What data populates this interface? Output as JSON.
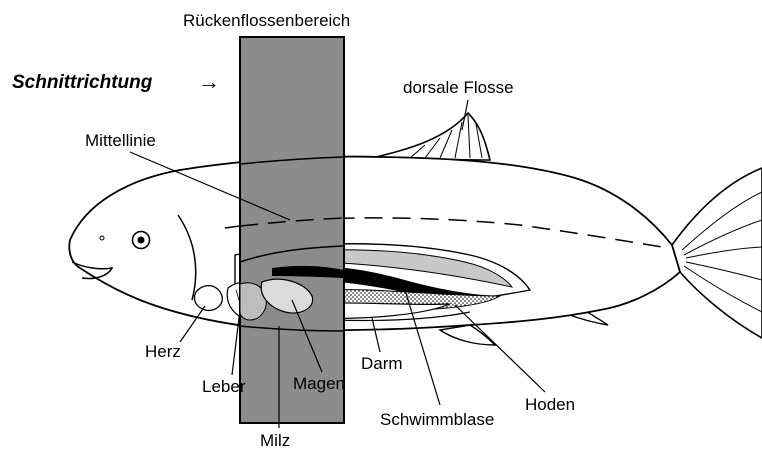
{
  "labels": {
    "region": "Rückenflossenbereich",
    "direction": "Schnittrichtung",
    "direction_arrow": "→",
    "dorsal_fin": "dorsale Flosse",
    "midline": "Mittellinie",
    "heart": "Herz",
    "liver": "Leber",
    "stomach": "Magen",
    "intestine": "Darm",
    "spleen": "Milz",
    "swim_bladder": "Schwimmblase",
    "testes": "Hoden"
  },
  "colors": {
    "cut_region": "#8c8c8c",
    "outline": "#000000",
    "background": "#ffffff"
  }
}
